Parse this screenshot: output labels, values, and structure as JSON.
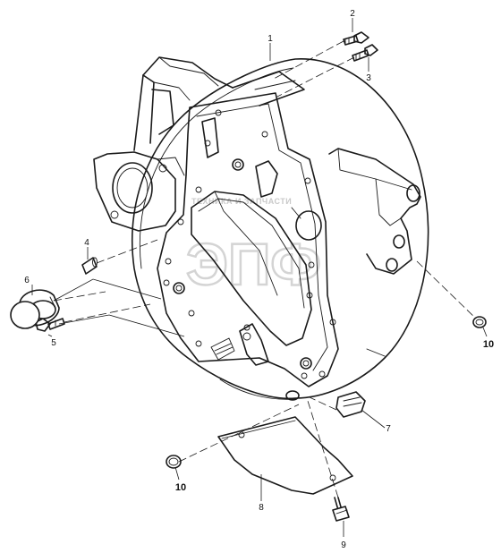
{
  "watermark": {
    "small_text": "ТЕХНИКА И ЗАПЧАСТИ",
    "big_text": "ЭПФ"
  },
  "parts": [
    {
      "id": "1",
      "label": "1"
    },
    {
      "id": "2",
      "label": "2"
    },
    {
      "id": "3",
      "label": "3"
    },
    {
      "id": "4",
      "label": "4"
    },
    {
      "id": "5",
      "label": "5"
    },
    {
      "id": "6",
      "label": "6"
    },
    {
      "id": "7",
      "label": "7"
    },
    {
      "id": "8",
      "label": "8"
    },
    {
      "id": "9",
      "label": "9"
    },
    {
      "id": "10a",
      "label": "10"
    },
    {
      "id": "10b",
      "label": "10"
    }
  ]
}
